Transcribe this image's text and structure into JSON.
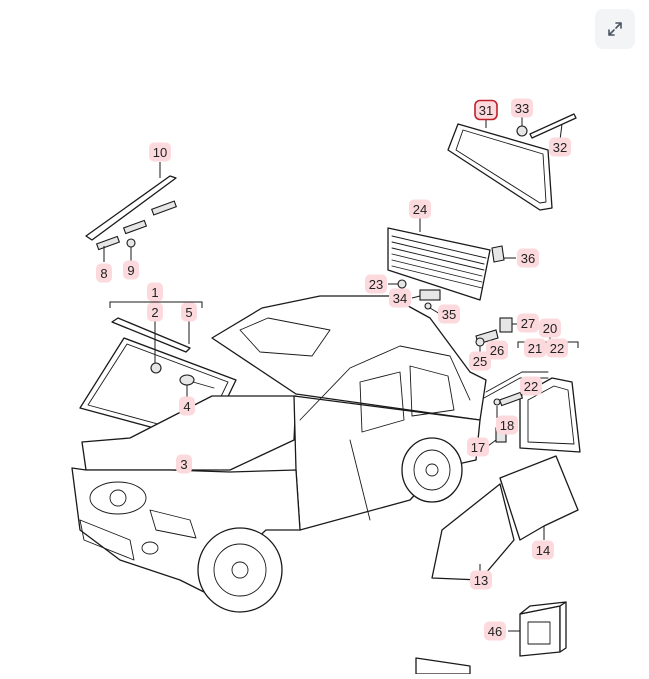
{
  "viewer": {
    "expand_icon": "expand-arrows-icon"
  },
  "callouts": [
    {
      "id": "c10",
      "label": "10"
    },
    {
      "id": "c8",
      "label": "8"
    },
    {
      "id": "c9",
      "label": "9"
    },
    {
      "id": "c1",
      "label": "1"
    },
    {
      "id": "c2",
      "label": "2"
    },
    {
      "id": "c5",
      "label": "5"
    },
    {
      "id": "c4",
      "label": "4"
    },
    {
      "id": "c3",
      "label": "3"
    },
    {
      "id": "c31",
      "label": "31",
      "highlighted": true
    },
    {
      "id": "c33",
      "label": "33"
    },
    {
      "id": "c32",
      "label": "32"
    },
    {
      "id": "c24",
      "label": "24"
    },
    {
      "id": "c36",
      "label": "36"
    },
    {
      "id": "c23",
      "label": "23"
    },
    {
      "id": "c34",
      "label": "34"
    },
    {
      "id": "c35",
      "label": "35"
    },
    {
      "id": "c27",
      "label": "27"
    },
    {
      "id": "c26",
      "label": "26"
    },
    {
      "id": "c25",
      "label": "25"
    },
    {
      "id": "c20",
      "label": "20"
    },
    {
      "id": "c21",
      "label": "21"
    },
    {
      "id": "c22a",
      "label": "22"
    },
    {
      "id": "c22b",
      "label": "22"
    },
    {
      "id": "c18",
      "label": "18"
    },
    {
      "id": "c17",
      "label": "17"
    },
    {
      "id": "c14",
      "label": "14"
    },
    {
      "id": "c13",
      "label": "13"
    },
    {
      "id": "c46",
      "label": "46"
    }
  ],
  "colors": {
    "badge": "#fbd9dd",
    "highlight_border": "#c0202a",
    "line": "#1a1a1a",
    "button_bg": "#f3f4f6"
  }
}
